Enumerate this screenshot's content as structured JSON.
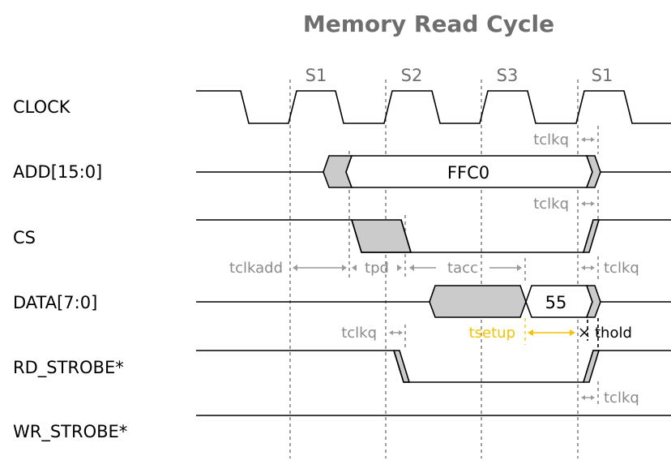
{
  "title": "Memory Read Cycle",
  "states": [
    "S1",
    "S2",
    "S3",
    "S1"
  ],
  "signals": {
    "clock": "CLOCK",
    "add": "ADD[15:0]",
    "cs": "CS",
    "data": "DATA[7:0]",
    "rd": "RD_STROBE*",
    "wr": "WR_STROBE*"
  },
  "values": {
    "add": "FFC0",
    "data": "55"
  },
  "timings": {
    "tclkq_add": "tclkq",
    "tclkq_cs": "tclkq",
    "tclkadd": "tclkadd",
    "tpd": "tpd",
    "tacc": "tacc",
    "tclkq_data": "tclkq",
    "tclkq_rd": "tclkq",
    "tsetup": "tsetup",
    "thold": "thold",
    "tclkq_rd_end": "tclkq"
  },
  "colors": {
    "title": "#6e6e6e",
    "guide": "#6e6e6e",
    "fill": "#cbcbcb",
    "setup": "#f2c300"
  }
}
